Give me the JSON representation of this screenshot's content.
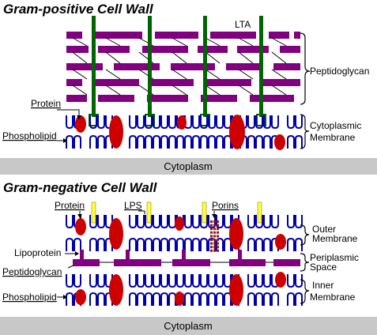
{
  "gram_positive": {
    "title": "Gram-positive Cell Wall",
    "labels": {
      "lta": "LTA",
      "peptidoglycan": "Peptidoglycan",
      "protein": "Protein",
      "phospholipid": "Phospholipid",
      "cytoplasmic_membrane_1": "Cytoplasmic",
      "cytoplasmic_membrane_2": "Membrane"
    },
    "cytoplasm": "Cytoplasm"
  },
  "gram_negative": {
    "title": "Gram-negative Cell Wall",
    "labels": {
      "protein": "Protein",
      "lps": "LPS",
      "porins": "Porins",
      "outer_membrane_1": "Outer",
      "outer_membrane_2": "Membrane",
      "lipoprotein": "Lipoprotein",
      "periplasmic_space_1": "Periplasmic",
      "periplasmic_space_2": "Space",
      "peptidoglycan": "Peptidoglycan",
      "phospholipid": "Phospholipid",
      "inner_membrane_1": "Inner",
      "inner_membrane_2": "Membrane"
    },
    "cytoplasm": "Cytoplasm"
  },
  "colors": {
    "peptidoglycan": "#800080",
    "lta": "#006400",
    "lipid": "#0000aa",
    "protein": "#cc0000",
    "lps": "#ffff44",
    "porin": "#8b1a1a",
    "cytoplasm_bar": "#c8c8c8"
  }
}
